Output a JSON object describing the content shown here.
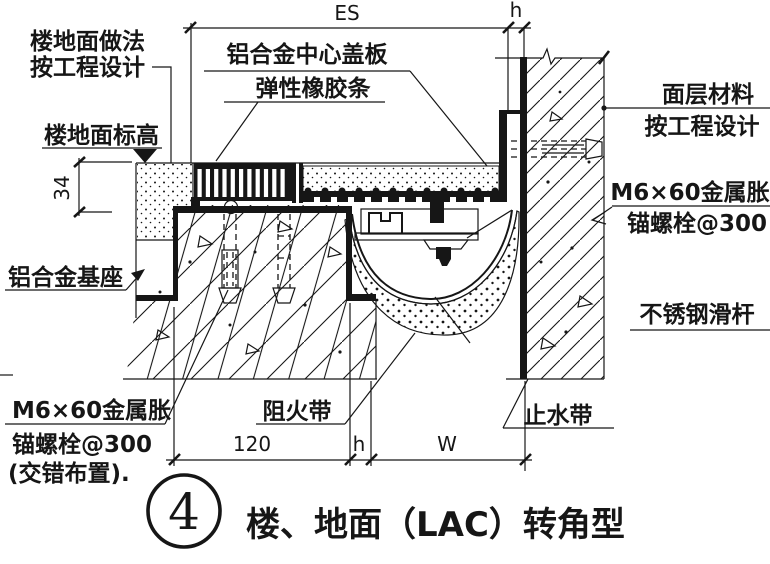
{
  "colors": {
    "ink": "#161616",
    "paper": "#ffffff"
  },
  "labels": {
    "floor_construction_line1": "楼地面做法",
    "floor_construction_line2": "按工程设计",
    "floor_level": "楼地面标高",
    "aluminum_base": "铝合金基座",
    "center_cover_plate": "铝合金中心盖板",
    "elastic_rubber_strip": "弹性橡胶条",
    "surface_material_line1": "面层材料",
    "surface_material_line2": "按工程设计",
    "anchor_right_line1": "M6×60金属胀",
    "anchor_right_line2": "锚螺栓@300",
    "stainless_slide_rod": "不锈钢滑杆",
    "anchor_bottom_line1": "M6×60金属胀",
    "anchor_bottom_line2": "锚螺栓@300",
    "anchor_bottom_line3": "(交错布置).",
    "fire_barrier": "阻火带",
    "waterstop": "止水带"
  },
  "dimensions": {
    "es": "ES",
    "h_top": "h",
    "v34": "34",
    "d120": "120",
    "h_bottom": "h",
    "w": "W"
  },
  "title": {
    "detail_number": "4",
    "text": "楼、地面（LAC）转角型"
  }
}
